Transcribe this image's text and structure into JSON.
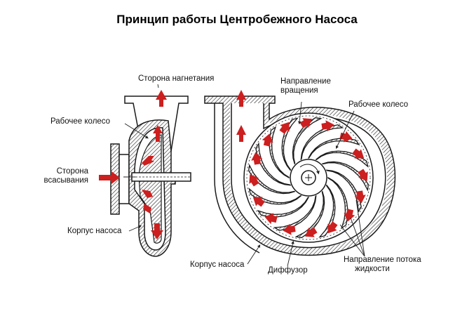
{
  "title": "Принцип работы Центробежного Насоса",
  "left_view": {
    "labels": {
      "discharge": "Сторона нагнетания",
      "impeller": "Рабочее колесо",
      "suction_line1": "Сторона",
      "suction_line2": "всасывания",
      "casing": "Корпус насоса"
    }
  },
  "right_view": {
    "labels": {
      "rotation_line1": "Направление",
      "rotation_line2": "вращения",
      "impeller": "Рабочее колесо",
      "casing": "Корпус насоса",
      "diffuser": "Диффузор",
      "flow_line1": "Направление потока",
      "flow_line2": "жидкости"
    },
    "blade_count": 16
  },
  "colors": {
    "arrow": "#cc1f1f",
    "line": "#1a1a1a"
  }
}
